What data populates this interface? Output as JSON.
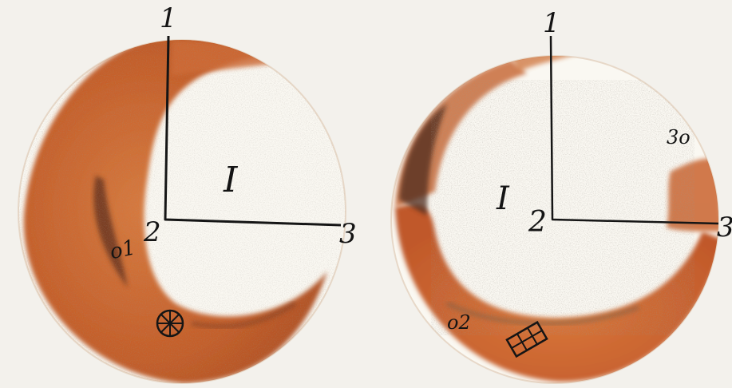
{
  "colors": {
    "paper": "#f3f1ec",
    "ochre": "#c9622a",
    "ochre_dark": "#a84a1f",
    "shadow": "#6a3a25",
    "ink": "#141414",
    "speckle": "#7c7a70"
  },
  "left_disk": {
    "axis_top_label": "1",
    "center_label": "2",
    "axis_right_label": "3",
    "roman_numeral": "I",
    "band_label": "o1",
    "symbol": "wheel-symbol"
  },
  "right_disk": {
    "axis_top_label": "1",
    "center_label": "2",
    "axis_right_label": "3",
    "roman_numeral": "I",
    "band_label": "o2",
    "patch_label": "3o",
    "symbol": "grid-symbol"
  }
}
